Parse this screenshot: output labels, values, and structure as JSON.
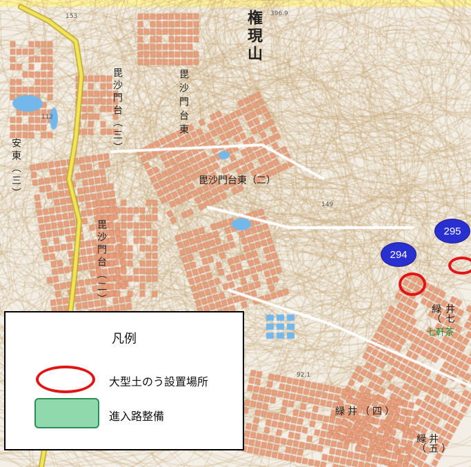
{
  "map": {
    "colors": {
      "background": "#f3efe6",
      "contour": "#c8a877",
      "building": "#e8a07c",
      "building_edge": "#c9775a",
      "main_road": "#f4e45a",
      "road_edge": "#b7a42c",
      "water": "#74b7ea",
      "highlight_strip": "#fff5a0"
    },
    "labels": {
      "gongenyama": "権現山",
      "elevation_top_a": "153",
      "elevation_top_b": "396.9",
      "bishamondai_higashi": "毘沙門台東",
      "bishamondai_san": "毘沙門台（三）",
      "ando_san": "安東（三）",
      "bishamondai_higashi_ni": "毘沙門台東（二）",
      "elevation_149": "149",
      "bishamondai_ni": "毘沙門台（二）",
      "elevation_112": "112",
      "midorii_shichi": "緑井（七",
      "nanaken_jaya": "七軒茶",
      "elevation_92": "92.1",
      "midorii_yon": "緑井（四）",
      "midorii_go": "緑井（五）"
    },
    "markers": [
      {
        "id": "294"
      },
      {
        "id": "295"
      }
    ]
  },
  "legend": {
    "title": "凡例",
    "items": [
      {
        "symbol": "red-ellipse",
        "label": "大型土のう設置場所"
      },
      {
        "symbol": "green-rect",
        "label": "進入路整備"
      }
    ]
  }
}
